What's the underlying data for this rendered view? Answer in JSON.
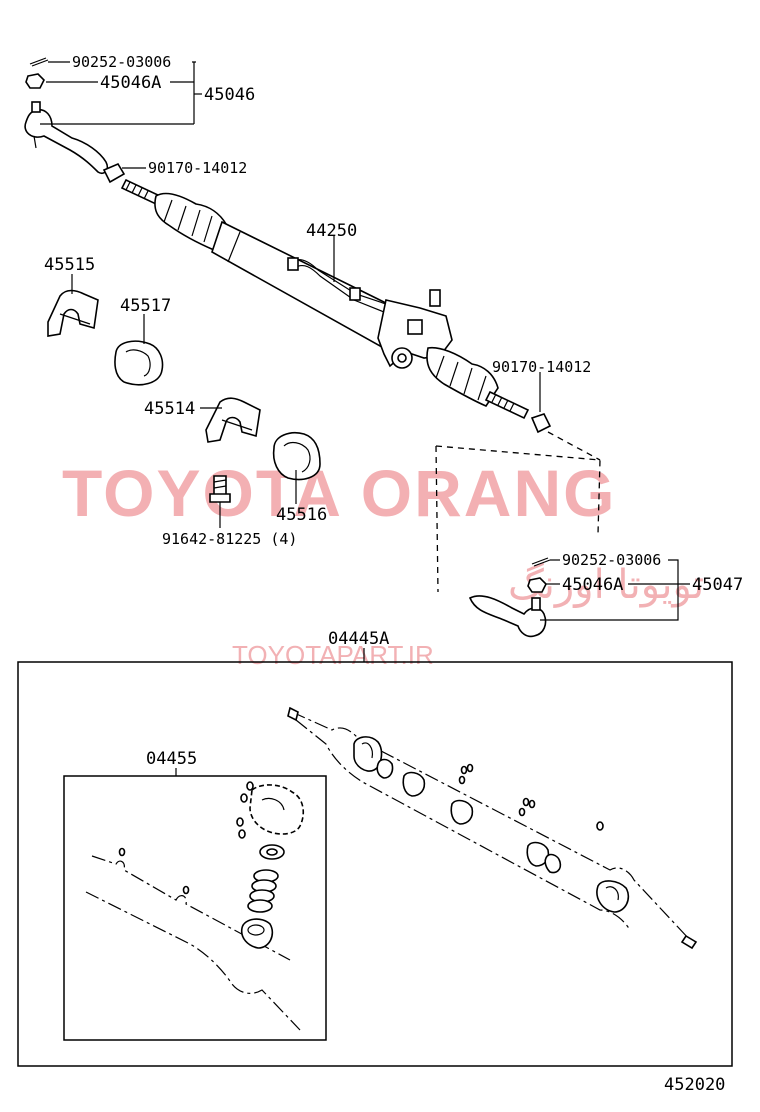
{
  "watermarks": {
    "brand": "TOYOTA ORANG",
    "brand_persian": "تويوتا اورنگ",
    "website": "TOYOTAPART.IR"
  },
  "callouts": {
    "p90252_top": "90252-03006",
    "p45046A_top": "45046A",
    "p45046": "45046",
    "p90170_top": "90170-14012",
    "p44250": "44250",
    "p45515": "45515",
    "p45517": "45517",
    "p45514": "45514",
    "p45516": "45516",
    "p91642": "91642-81225 (4)",
    "p90170_right": "90170-14012",
    "p90252_right": "90252-03006",
    "p45046A_right": "45046A",
    "p45047": "45047",
    "p04445A": "04445A",
    "p04455": "04455"
  },
  "diagram_id": "452020"
}
